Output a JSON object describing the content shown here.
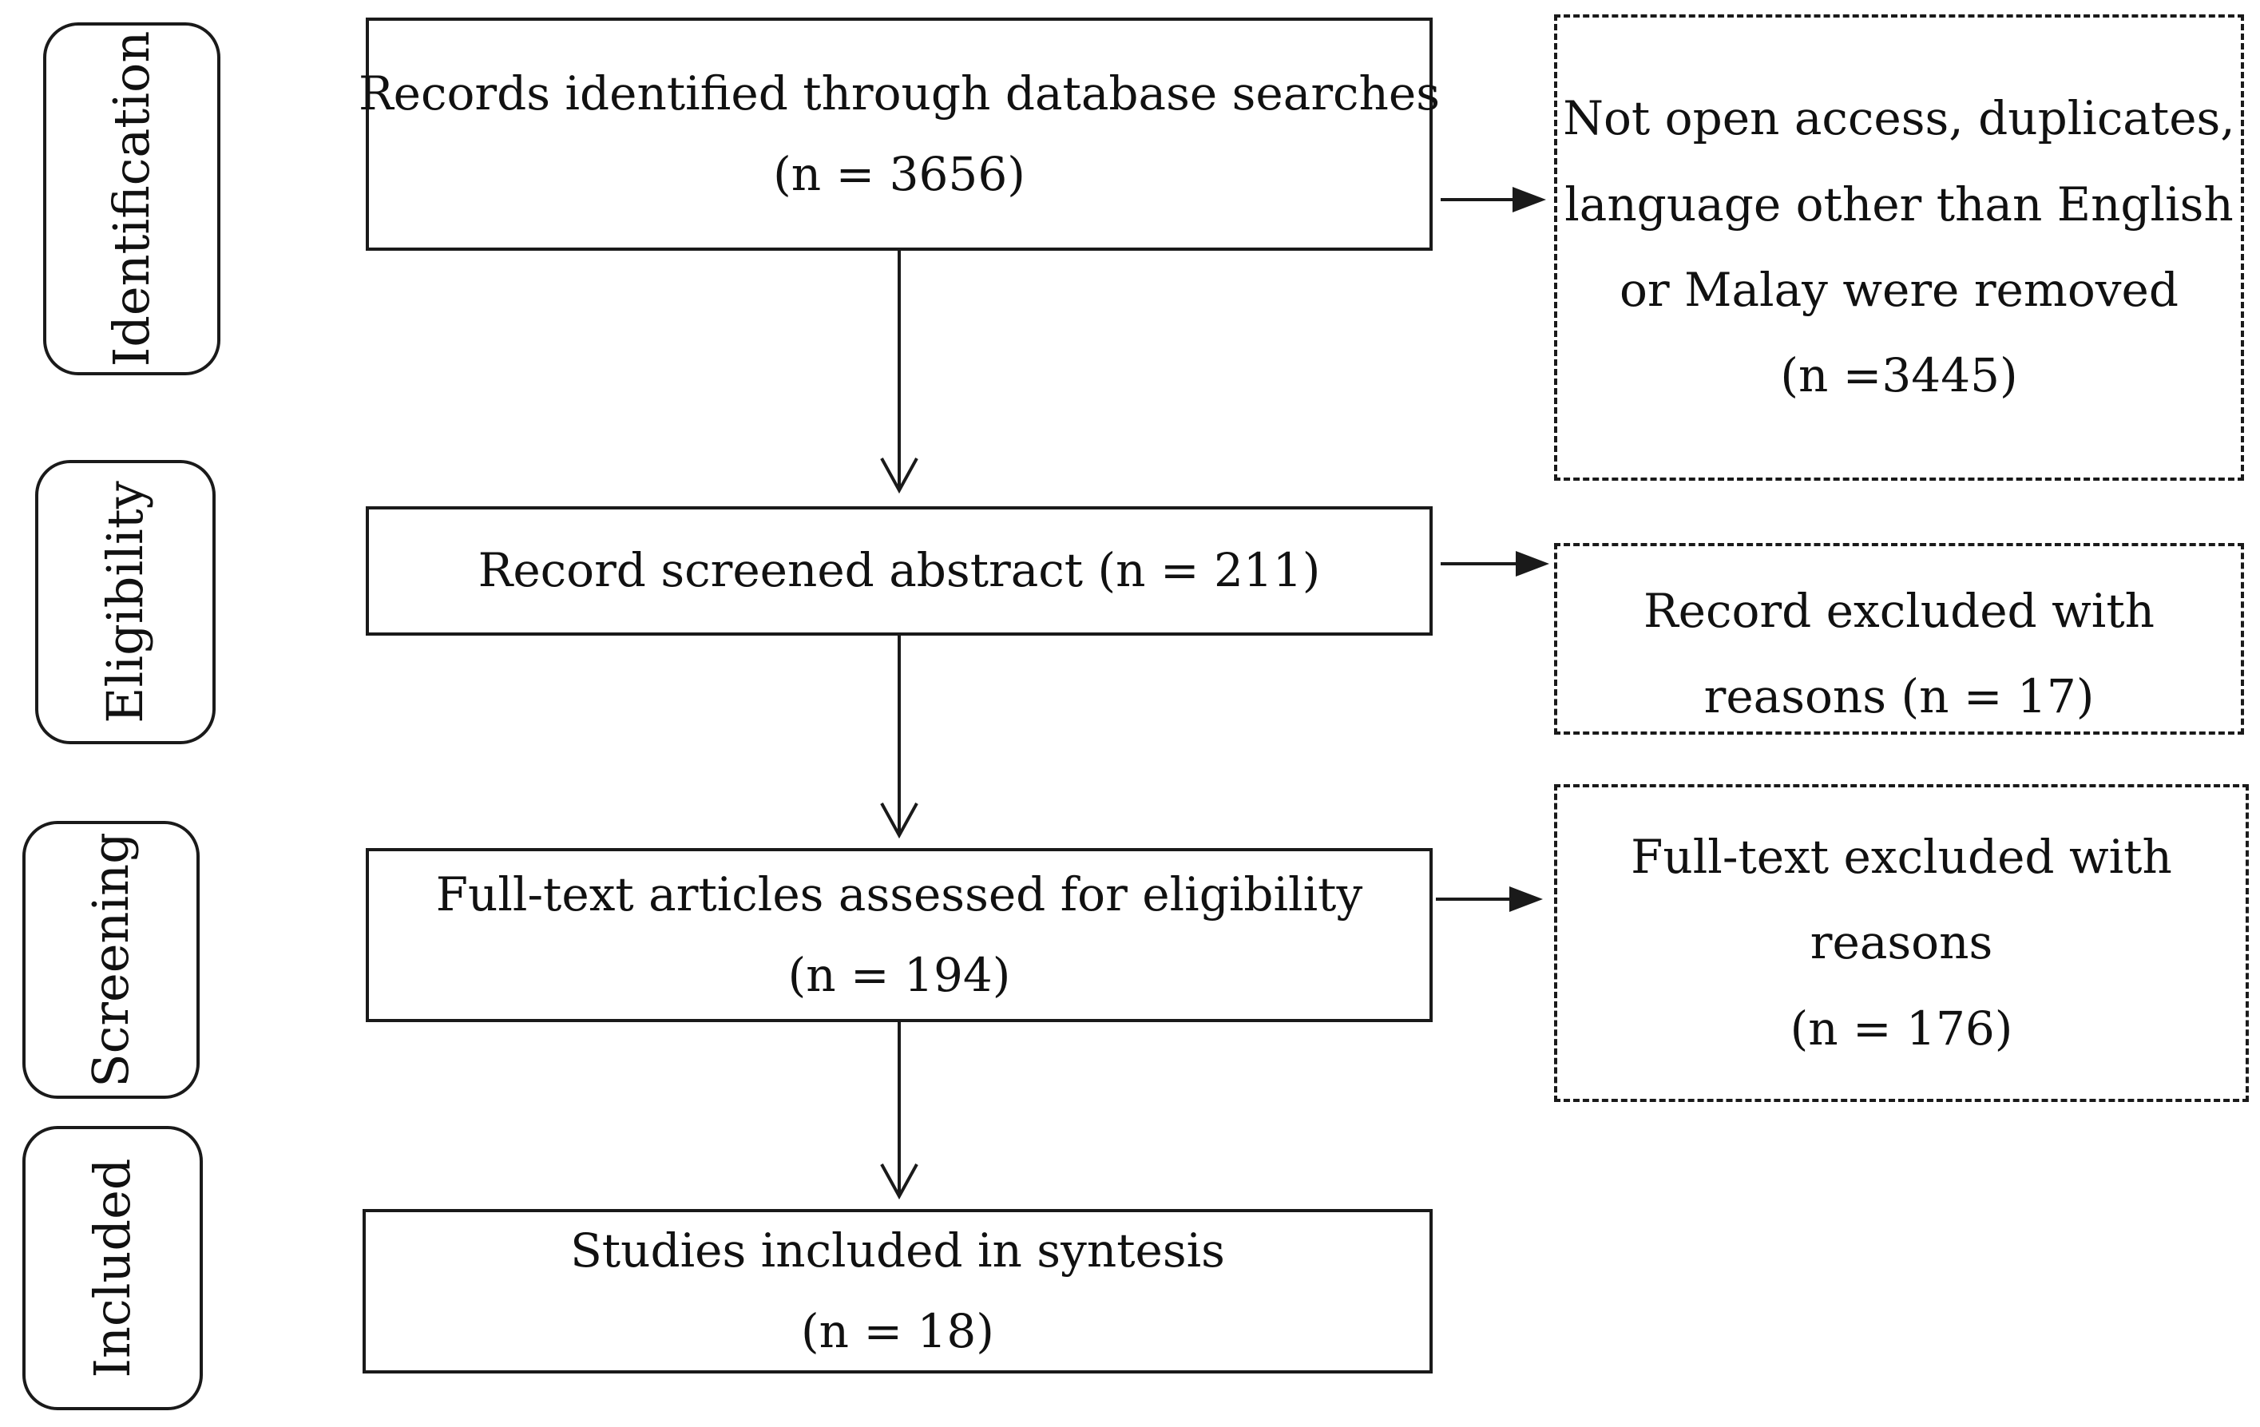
{
  "stages": {
    "identification": "Identification",
    "eligibility": "Eligibility",
    "screening": "Screening",
    "included": "Included"
  },
  "flow": {
    "identified": {
      "line1": "Records identified through database searches",
      "line2": "(n = 3656)"
    },
    "screened": {
      "line1": "Record screened abstract (n = 211)"
    },
    "fulltext": {
      "line1": "Full-text articles assessed for eligibility",
      "line2": "(n = 194)"
    },
    "included": {
      "line1": "Studies included in syntesis",
      "line2": "(n = 18)"
    }
  },
  "exclusions": {
    "removed": {
      "line1": "Not open access, duplicates,",
      "line2": "language other than English",
      "line3": "or Malay were removed",
      "line4": "(n =3445)"
    },
    "record_excluded": {
      "line1": "Record excluded with",
      "line2": "reasons (n = 17)"
    },
    "fulltext_excluded": {
      "line1": "Full-text excluded with",
      "line2": "reasons",
      "line3": "(n = 176)"
    }
  }
}
